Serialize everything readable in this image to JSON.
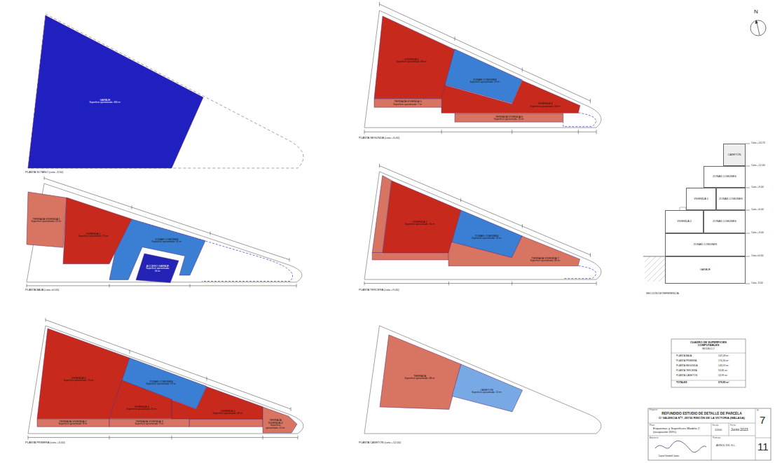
{
  "diagram": {
    "nodes": [
      {
        "text": [
          "GARAJE",
          "Superficie aproximada: 430 m²"
        ]
      },
      {
        "text": [
          "VIVIENDA 5",
          "Superficie aproximada: 68 m²"
        ]
      },
      {
        "text": [
          "ZONAS COMUNES",
          "Superficie aproximada: 19 m²"
        ]
      },
      {
        "text": [
          "VIVIENDA 6",
          "Superficie aproximada: 56 m²"
        ]
      },
      {
        "text": [
          "TERRAZA VIVIENDA 5",
          "Superficie aproximada: 7 m²"
        ]
      },
      {
        "text": [
          "TERRAZA VIVIENDA 6",
          "Superficie aproximada: 20 m²"
        ]
      },
      {
        "text": [
          "TERRAZA VIVIENDA 1",
          "Superficie aproximada: 22 m²"
        ]
      },
      {
        "text": [
          "VIVIENDA 1",
          "Superficie aproximada: 73 m²"
        ]
      },
      {
        "text": [
          "ZONAS COMUNES",
          "Superficie aproximada: 45 m²"
        ]
      },
      {
        "text": [
          "ACCESO GARAJE",
          "Superficie aproximada: 16 m²"
        ]
      },
      {
        "text": [
          "VIVIENDA 7",
          "Superficie aproximada: 70 m²"
        ]
      },
      {
        "text": [
          "ZONAS COMUNES",
          "Superficie aproximada: 19 m²"
        ]
      },
      {
        "text": [
          "TERRAZA VIVIENDA 7",
          "Superficie aproximada: 46 m²"
        ]
      },
      {
        "text": [
          "VIVIENDA 2",
          "Superficie aproximada: 70 m²"
        ]
      },
      {
        "text": [
          "ZONAS COMUNES",
          "Superficie aproximada: 19 m²"
        ]
      },
      {
        "text": [
          "VIVIENDA 3",
          "Superficie aproximada: 45 m²"
        ]
      },
      {
        "text": [
          "VIVIENDA 4",
          "Superficie aproximada: 48 m²"
        ]
      },
      {
        "text": [
          "TERRAZA VIVIENDA 2",
          "Superficie aproximada: 8 m²"
        ]
      },
      {
        "text": [
          "TERRAZA VIVIENDA 3",
          "Superficie aproximada: 9 m²"
        ]
      },
      {
        "text": [
          "TERRAZA VIVIENDA 4",
          "Superficie aproximada: 10 m²"
        ]
      },
      {
        "text": [
          "TERRAZA",
          "Superficie aproximada: 48 m²"
        ]
      },
      {
        "text": [
          "CASETÓN",
          "Superficie aproximada: 25 m²"
        ]
      },
      {
        "text": [
          "CASETÓN"
        ]
      },
      {
        "text": [
          "ZONAS COMUNES"
        ]
      },
      {
        "text": [
          "VIVIENDA 5"
        ]
      },
      {
        "text": [
          "ZONAS COMUNES"
        ]
      },
      {
        "text": [
          "VIVIENDA 2"
        ]
      },
      {
        "text": [
          "ZONAS COMUNES"
        ]
      },
      {
        "text": [
          "ZONAS COMUNES"
        ]
      },
      {
        "text": [
          "GARAJE"
        ]
      }
    ],
    "labels": [
      "N",
      "PLANTA SOTANO (cota -3,50)",
      "PLANTA SEGUNDA (cota +6,00)",
      "PLANTA BAJA (cota ±0,00)",
      "PLANTA TERCERA (cota +9,00)",
      "PLANTA PRIMERA (cota +3,00)",
      "PLANTA CASETÓN (cota +12,00)",
      "Cota +14,70",
      "Cota +12,00",
      "Cota +9,00",
      "Cota +6,00",
      "Cota +3,00",
      "Cota ±0,00",
      "Cota -3,50",
      "SECCIÓN DE REFERENCIA",
      "CUADRO DE SUPERFICIES COMPUTABLES",
      "MODELO 2",
      "PLANTA BAJA",
      "147,08 m²",
      "PLANTA PRIMERA",
      "170,34 m²",
      "PLANTA SEGUNDA",
      "143,59 m²",
      "PLANTA TERCERA",
      "93,85 m²",
      "PLANTA CASETÓN",
      "24,99 m²",
      "TOTALES",
      "579,85 m²",
      "Proyecto",
      "REFUNDIDO ESTUDIO DE DETALLE DE PARCELA",
      "C/ VALENCIA Nº7, 29730 RINCÓN DE LA VICTORIA (MÁLAGA)",
      "Plano",
      "Esquemas y Superficies Modelo 2 (ocupación 65%)",
      "Escala",
      "1/200",
      "Fecha",
      "Junio 2023",
      "Arquitecto",
      "Daniel Vendrell Jaime",
      "Promotor",
      "AVISOL XXI, S.L.",
      "Nº",
      "7",
      "11"
    ]
  }
}
